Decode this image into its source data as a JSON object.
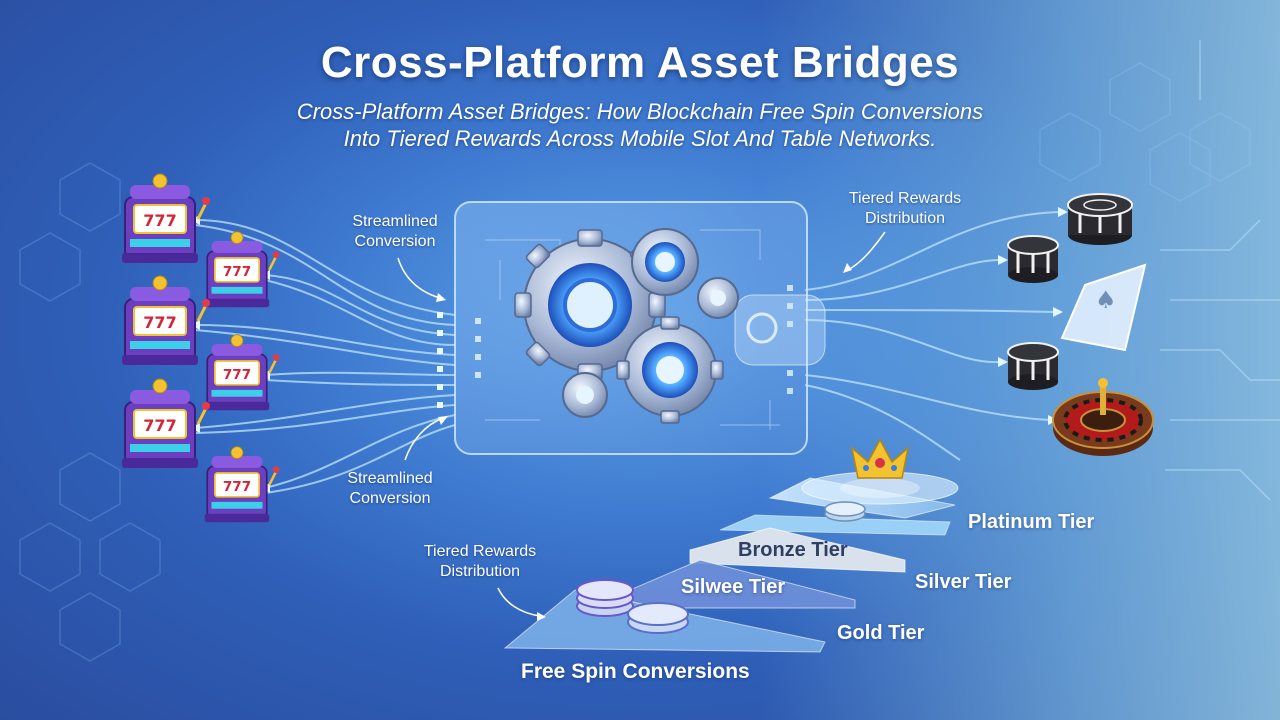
{
  "title": "Cross-Platform Asset Bridges",
  "subtitle_line1": "Cross-Platform Asset Bridges: How Blockchain Free Spin Conversions",
  "subtitle_line2": "Into Tiered Rewards Across Mobile Slot And Table Networks.",
  "annotations": {
    "streamlined_top_line1": "Streamlined",
    "streamlined_top_line2": "Conversion",
    "streamlined_bottom_line1": "Streamlined",
    "streamlined_bottom_line2": "Conversion",
    "tiered_top_line1": "Tiered Rewards",
    "tiered_top_line2": "Distribution",
    "tiered_bottom_line1": "Tiered Rewards",
    "tiered_bottom_line2": "Distribution"
  },
  "tiers": {
    "platinum": "Platinum Tier",
    "bronze": "Bronze Tier",
    "silver_right": "Silver Tier",
    "silver_misspelled": "Silwee Tier",
    "gold": "Gold Tier",
    "base": "Free Spin Conversions"
  },
  "reel_symbol": "777",
  "icons": {
    "left": [
      "slot-machine-icon",
      "slot-machine-icon",
      "slot-machine-icon",
      "slot-machine-icon",
      "slot-machine-icon",
      "slot-machine-icon"
    ],
    "right": [
      "poker-chips-icon",
      "poker-chips-icon",
      "playing-card-icon",
      "poker-chips-icon",
      "roulette-wheel-icon"
    ],
    "center": "gears-icon",
    "crown": "crown-icon"
  },
  "colors": {
    "accent": "#8fd8ff",
    "slot_purple": "#6b3fbf",
    "gold": "#f2c230"
  }
}
